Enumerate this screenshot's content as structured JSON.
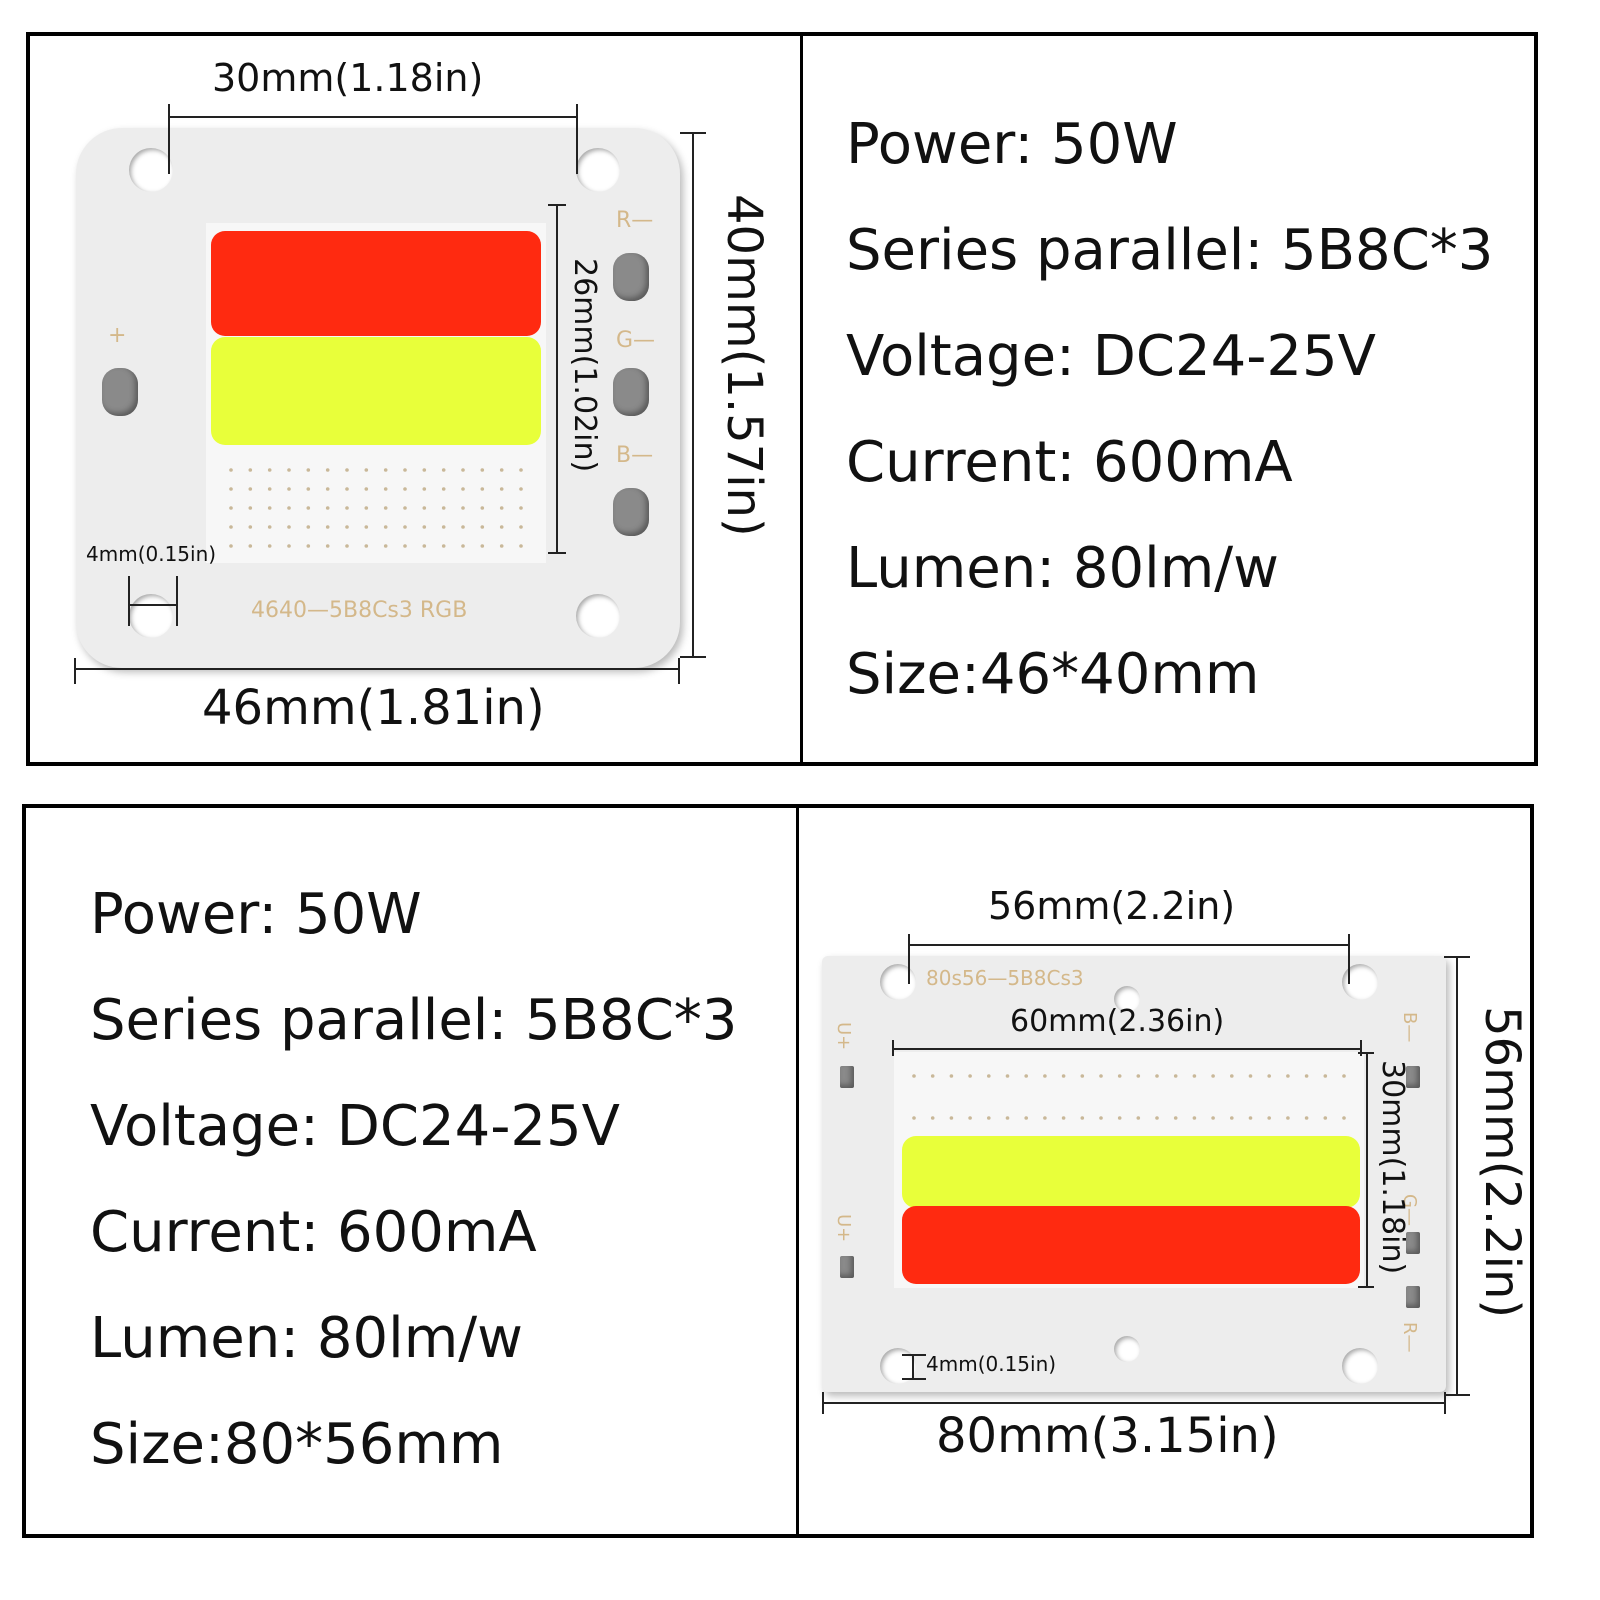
{
  "colors": {
    "red_led": "#ff2a10",
    "yellow_led": "#e8ff3a",
    "silk": "#d4b88a",
    "pcb": "#ededed"
  },
  "top": {
    "specs": [
      "Power: 50W",
      "Series parallel: 5B8C*3",
      "Voltage: DC24-25V",
      "Current: 600mA",
      "Lumen: 80lm/w",
      "Size:46*40mm"
    ],
    "dims": {
      "hole_spacing": "30mm(1.18in)",
      "height": "40mm(1.57in)",
      "led_height": "26mm(1.02in)",
      "hole_diameter": "4mm(0.15in)",
      "width": "46mm(1.81in)"
    },
    "silk": {
      "label": "4640—5B8Cs3 RGB",
      "r": "R—",
      "g": "G—",
      "b": "B—",
      "plus": "+"
    }
  },
  "bottom": {
    "specs": [
      "Power: 50W",
      "Series parallel: 5B8C*3",
      "Voltage: DC24-25V",
      "Current: 600mA",
      "Lumen: 80lm/w",
      "Size:80*56mm"
    ],
    "dims": {
      "hole_spacing": "56mm(2.2in)",
      "led_width": "60mm(2.36in)",
      "led_height": "30mm(1.18in)",
      "height": "56mm(2.2in)",
      "hole_diameter": "4mm(0.15in)",
      "width": "80mm(3.15in)"
    },
    "silk": {
      "label": "80s56—5B8Cs3",
      "u1": "U+",
      "u2": "U+",
      "b": "B—",
      "g": "G—",
      "r": "R—"
    }
  }
}
